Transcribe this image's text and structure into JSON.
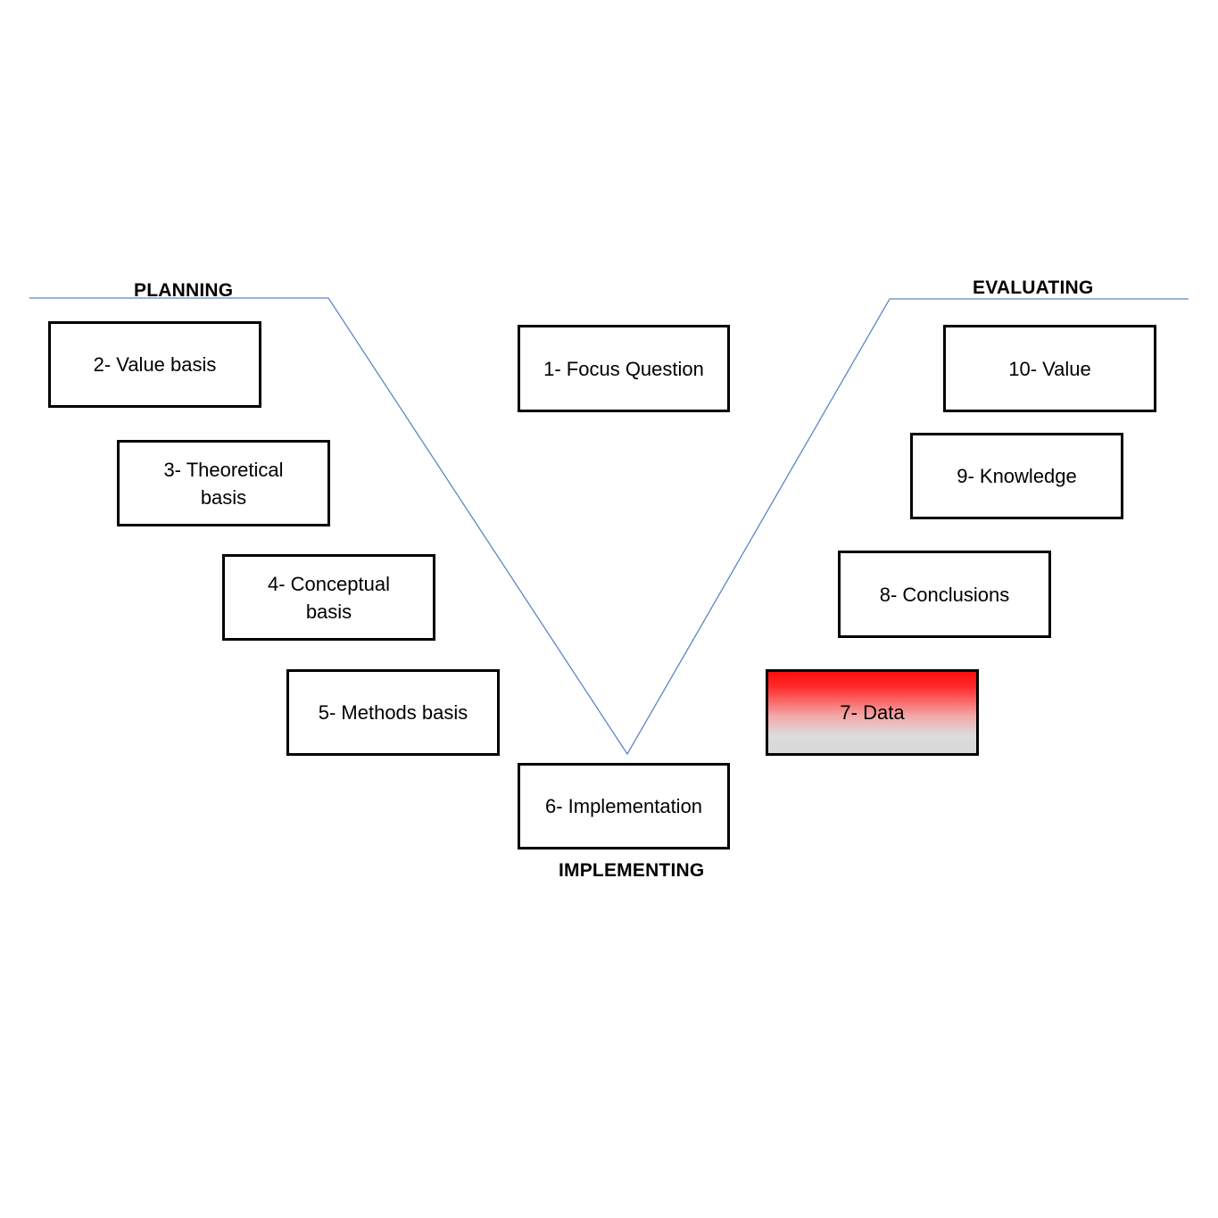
{
  "headings": {
    "planning": "PLANNING",
    "evaluating": "EVALUATING",
    "implementing": "IMPLEMENTING"
  },
  "boxes": {
    "focus_question": "1- Focus Question",
    "value_basis": "2- Value basis",
    "theoretical_basis": "3- Theoretical\nbasis",
    "conceptual_basis": "4- Conceptual\nbasis",
    "methods_basis": "5-  Methods basis",
    "implementation": "6- Implementation",
    "data": "7- Data",
    "conclusions": "8- Conclusions",
    "knowledge": "9- Knowledge",
    "value": "10- Value"
  },
  "colors": {
    "vee_line": "#5b87c5",
    "box_border": "#000000",
    "highlight_top": "#ff0d0d",
    "highlight_bottom": "#d9d9d9"
  },
  "highlighted_step": "7- Data"
}
